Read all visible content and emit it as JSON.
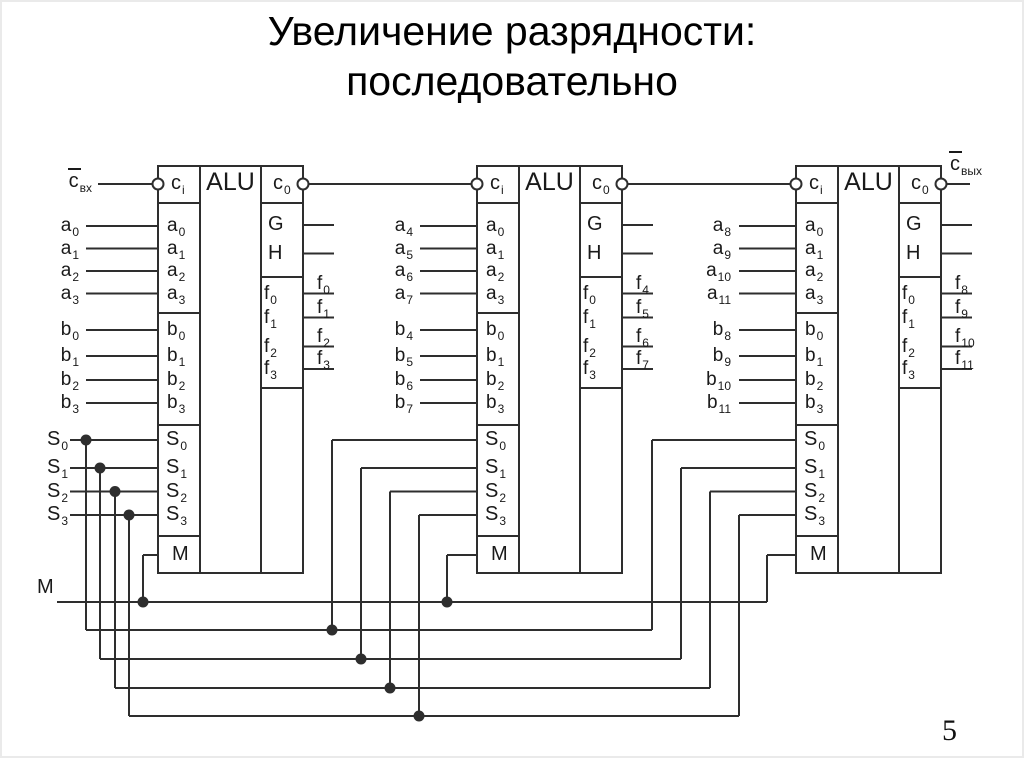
{
  "title": {
    "line1": "Увеличение разрядности:",
    "line2": "последовательно"
  },
  "page_number": "5",
  "colors": {
    "line": "#2e2e2e",
    "text": "#1a1a1a",
    "background": "#ffffff",
    "frame": "#eaeaea"
  },
  "carry_in": {
    "base": "c",
    "sub": "вх"
  },
  "carry_out": {
    "base": "c",
    "sub": "вых"
  },
  "control_inputs": {
    "s": [
      {
        "base": "S",
        "sub": "0"
      },
      {
        "base": "S",
        "sub": "1"
      },
      {
        "base": "S",
        "sub": "2"
      },
      {
        "base": "S",
        "sub": "3"
      }
    ],
    "m": "M"
  },
  "alus": [
    {
      "label": "ALU",
      "carry_in_pin": {
        "base": "c",
        "sub": "i"
      },
      "carry_out_pin": {
        "base": "c",
        "sub": "0"
      },
      "a_pins": [
        {
          "base": "a",
          "sub": "0"
        },
        {
          "base": "a",
          "sub": "1"
        },
        {
          "base": "a",
          "sub": "2"
        },
        {
          "base": "a",
          "sub": "3"
        }
      ],
      "b_pins": [
        {
          "base": "b",
          "sub": "0"
        },
        {
          "base": "b",
          "sub": "1"
        },
        {
          "base": "b",
          "sub": "2"
        },
        {
          "base": "b",
          "sub": "3"
        }
      ],
      "s_pins": [
        {
          "base": "S",
          "sub": "0"
        },
        {
          "base": "S",
          "sub": "1"
        },
        {
          "base": "S",
          "sub": "2"
        },
        {
          "base": "S",
          "sub": "3"
        }
      ],
      "m_pin": "M",
      "g_pin": "G",
      "h_pin": "H",
      "f_pins": [
        {
          "base": "f",
          "sub": "0"
        },
        {
          "base": "f",
          "sub": "1"
        },
        {
          "base": "f",
          "sub": "2"
        },
        {
          "base": "f",
          "sub": "3"
        }
      ],
      "ext_a": [
        {
          "base": "a",
          "sub": "0"
        },
        {
          "base": "a",
          "sub": "1"
        },
        {
          "base": "a",
          "sub": "2"
        },
        {
          "base": "a",
          "sub": "3"
        }
      ],
      "ext_b": [
        {
          "base": "b",
          "sub": "0"
        },
        {
          "base": "b",
          "sub": "1"
        },
        {
          "base": "b",
          "sub": "2"
        },
        {
          "base": "b",
          "sub": "3"
        }
      ],
      "ext_f": [
        {
          "base": "f",
          "sub": "0"
        },
        {
          "base": "f",
          "sub": "1"
        },
        {
          "base": "f",
          "sub": "2"
        },
        {
          "base": "f",
          "sub": "3"
        }
      ]
    },
    {
      "label": "ALU",
      "carry_in_pin": {
        "base": "c",
        "sub": "i"
      },
      "carry_out_pin": {
        "base": "c",
        "sub": "0"
      },
      "a_pins": [
        {
          "base": "a",
          "sub": "0"
        },
        {
          "base": "a",
          "sub": "1"
        },
        {
          "base": "a",
          "sub": "2"
        },
        {
          "base": "a",
          "sub": "3"
        }
      ],
      "b_pins": [
        {
          "base": "b",
          "sub": "0"
        },
        {
          "base": "b",
          "sub": "1"
        },
        {
          "base": "b",
          "sub": "2"
        },
        {
          "base": "b",
          "sub": "3"
        }
      ],
      "s_pins": [
        {
          "base": "S",
          "sub": "0"
        },
        {
          "base": "S",
          "sub": "1"
        },
        {
          "base": "S",
          "sub": "2"
        },
        {
          "base": "S",
          "sub": "3"
        }
      ],
      "m_pin": "M",
      "g_pin": "G",
      "h_pin": "H",
      "f_pins": [
        {
          "base": "f",
          "sub": "0"
        },
        {
          "base": "f",
          "sub": "1"
        },
        {
          "base": "f",
          "sub": "2"
        },
        {
          "base": "f",
          "sub": "3"
        }
      ],
      "ext_a": [
        {
          "base": "a",
          "sub": "4"
        },
        {
          "base": "a",
          "sub": "5"
        },
        {
          "base": "a",
          "sub": "6"
        },
        {
          "base": "a",
          "sub": "7"
        }
      ],
      "ext_b": [
        {
          "base": "b",
          "sub": "4"
        },
        {
          "base": "b",
          "sub": "5"
        },
        {
          "base": "b",
          "sub": "6"
        },
        {
          "base": "b",
          "sub": "7"
        }
      ],
      "ext_f": [
        {
          "base": "f",
          "sub": "4"
        },
        {
          "base": "f",
          "sub": "5"
        },
        {
          "base": "f",
          "sub": "6"
        },
        {
          "base": "f",
          "sub": "7"
        }
      ]
    },
    {
      "label": "ALU",
      "carry_in_pin": {
        "base": "c",
        "sub": "i"
      },
      "carry_out_pin": {
        "base": "c",
        "sub": "0"
      },
      "a_pins": [
        {
          "base": "a",
          "sub": "0"
        },
        {
          "base": "a",
          "sub": "1"
        },
        {
          "base": "a",
          "sub": "2"
        },
        {
          "base": "a",
          "sub": "3"
        }
      ],
      "b_pins": [
        {
          "base": "b",
          "sub": "0"
        },
        {
          "base": "b",
          "sub": "1"
        },
        {
          "base": "b",
          "sub": "2"
        },
        {
          "base": "b",
          "sub": "3"
        }
      ],
      "s_pins": [
        {
          "base": "S",
          "sub": "0"
        },
        {
          "base": "S",
          "sub": "1"
        },
        {
          "base": "S",
          "sub": "2"
        },
        {
          "base": "S",
          "sub": "3"
        }
      ],
      "m_pin": "M",
      "g_pin": "G",
      "h_pin": "H",
      "f_pins": [
        {
          "base": "f",
          "sub": "0"
        },
        {
          "base": "f",
          "sub": "1"
        },
        {
          "base": "f",
          "sub": "2"
        },
        {
          "base": "f",
          "sub": "3"
        }
      ],
      "ext_a": [
        {
          "base": "a",
          "sub": "8"
        },
        {
          "base": "a",
          "sub": "9"
        },
        {
          "base": "a",
          "sub": "10"
        },
        {
          "base": "a",
          "sub": "11"
        }
      ],
      "ext_b": [
        {
          "base": "b",
          "sub": "8"
        },
        {
          "base": "b",
          "sub": "9"
        },
        {
          "base": "b",
          "sub": "10"
        },
        {
          "base": "b",
          "sub": "11"
        }
      ],
      "ext_f": [
        {
          "base": "f",
          "sub": "8"
        },
        {
          "base": "f",
          "sub": "9"
        },
        {
          "base": "f",
          "sub": "10"
        },
        {
          "base": "f",
          "sub": "11"
        }
      ]
    }
  ]
}
